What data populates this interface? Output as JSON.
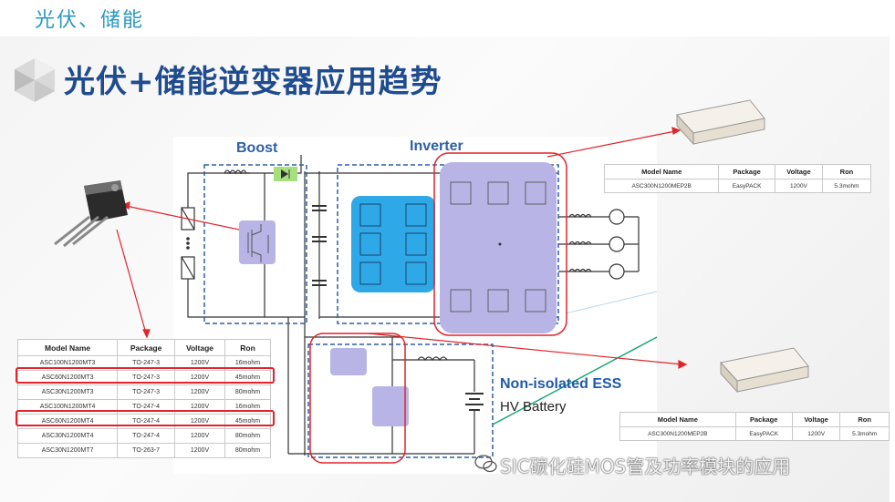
{
  "header": {
    "title": "光伏、储能"
  },
  "slide": {
    "title": "光伏+储能逆变器应用趋势"
  },
  "diagram": {
    "boost_label": "Boost",
    "inverter_label": "Inverter",
    "ess_label": "Non-isolated ESS",
    "battery_label": "HV Battery"
  },
  "table_left": {
    "headers": [
      "Model Name",
      "Package",
      "Voltage",
      "Ron"
    ],
    "rows": [
      [
        "ASC100N1200MT3",
        "TO-247-3",
        "1200V",
        "16mohm"
      ],
      [
        "ASC60N1200MT3",
        "TO-247-3",
        "1200V",
        "45mohm"
      ],
      [
        "ASC30N1200MT3",
        "TO-247-3",
        "1200V",
        "80mohm"
      ],
      [
        "ASC100N1200MT4",
        "TO-247-4",
        "1200V",
        "16mohm"
      ],
      [
        "ASC60N1200MT4",
        "TO-247-4",
        "1200V",
        "45mohm"
      ],
      [
        "ASC30N1200MT4",
        "TO-247-4",
        "1200V",
        "80mohm"
      ],
      [
        "ASC30N1200MT7",
        "TO-263-7",
        "1200V",
        "80mohm"
      ]
    ]
  },
  "table_top_right": {
    "headers": [
      "Model Name",
      "Package",
      "Voltage",
      "Ron"
    ],
    "rows": [
      [
        "ASC300N1200MEP2B",
        "EasyPACK",
        "1200V",
        "5.3mohm"
      ]
    ]
  },
  "table_bottom_right": {
    "headers": [
      "Model Name",
      "Package",
      "Voltage",
      "Ron"
    ],
    "rows": [
      [
        "ASC300N1200MEP2B",
        "EasyPACK",
        "1200V",
        "5.3mohm"
      ]
    ]
  },
  "watermark": {
    "text": "SIC碳化硅MOS管及功率模块的应用"
  },
  "colors": {
    "accent": "#2a98c4",
    "title": "#1f4b8f",
    "highlight": "#e0242b",
    "module_fill": "#b8b5e6",
    "inverter_bridge": "#2ea8e6"
  }
}
